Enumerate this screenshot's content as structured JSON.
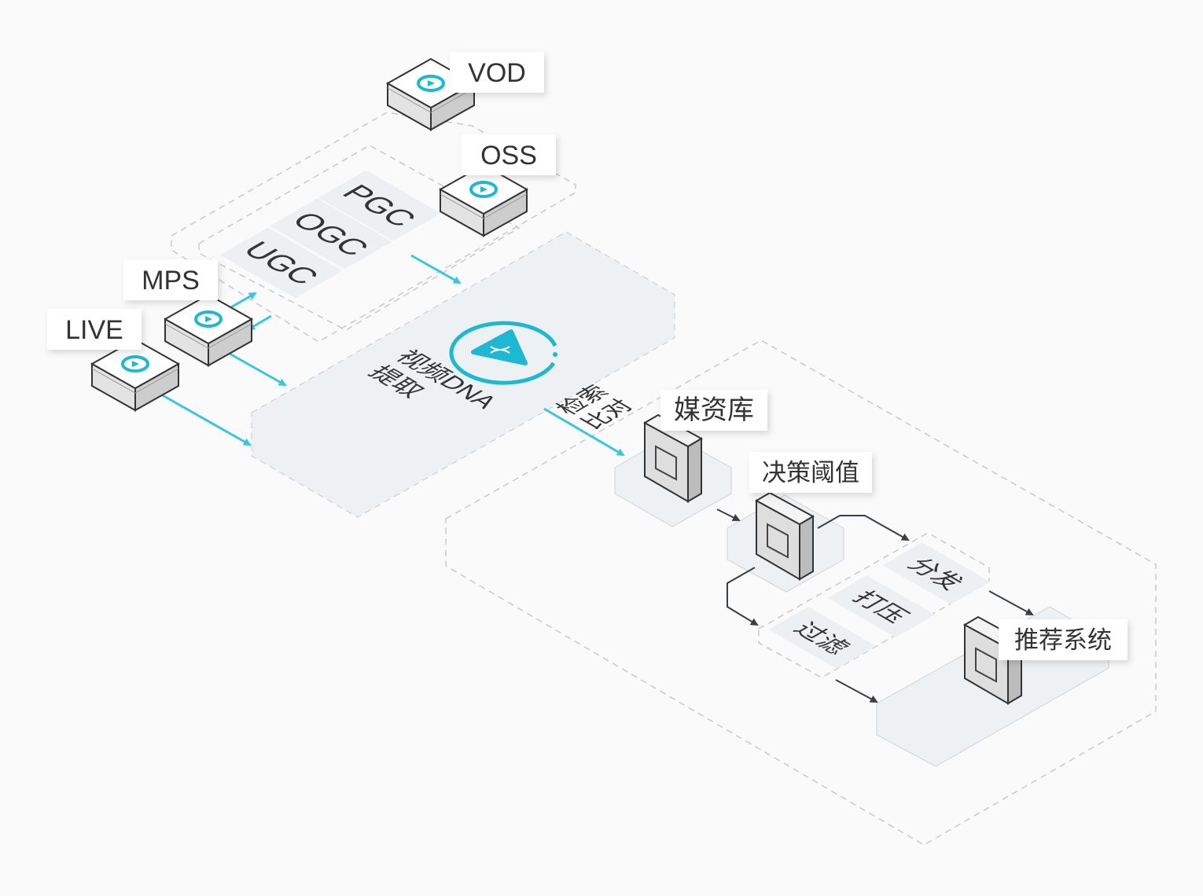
{
  "colors": {
    "accent": "#1fb8d3",
    "arrow": "#38c6e2",
    "dark": "#3a3f44",
    "panel": "#eef1f4"
  },
  "sources": {
    "vod": "VOD",
    "oss": "OSS",
    "mps": "MPS",
    "live": "LIVE"
  },
  "content_types": [
    "PGC",
    "OGC",
    "UGC"
  ],
  "dna": {
    "line1": "视频DNA",
    "line2": "提取",
    "icon": "dna-triangle-icon"
  },
  "retrieve": {
    "line1": "检索",
    "line2": "比对"
  },
  "stages": {
    "media_library": "媒资库",
    "decision_threshold": "决策阈值",
    "recommend_system": "推荐系统"
  },
  "actions": [
    "分发",
    "打压",
    "过滤"
  ]
}
